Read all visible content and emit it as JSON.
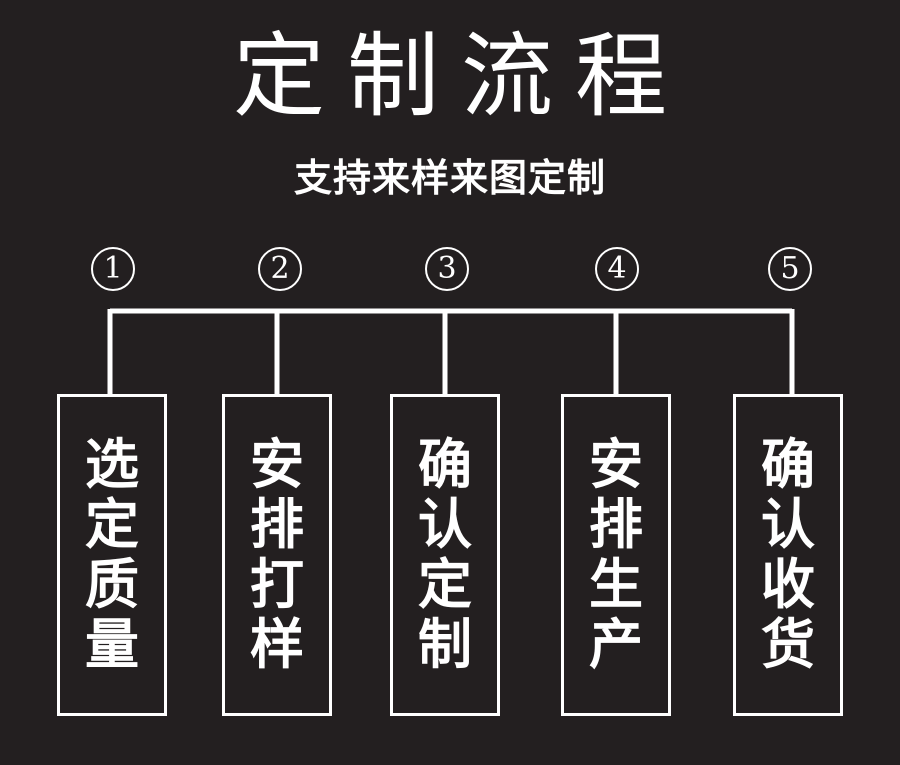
{
  "title": "定制流程",
  "subtitle": "支持来样来图定制",
  "steps": [
    {
      "number": "1",
      "label": "选定质量"
    },
    {
      "number": "2",
      "label": "安排打样"
    },
    {
      "number": "3",
      "label": "确认定制"
    },
    {
      "number": "4",
      "label": "安排生产"
    },
    {
      "number": "5",
      "label": "确认收货"
    }
  ],
  "colors": {
    "background": "#231f20",
    "foreground": "#ffffff"
  }
}
